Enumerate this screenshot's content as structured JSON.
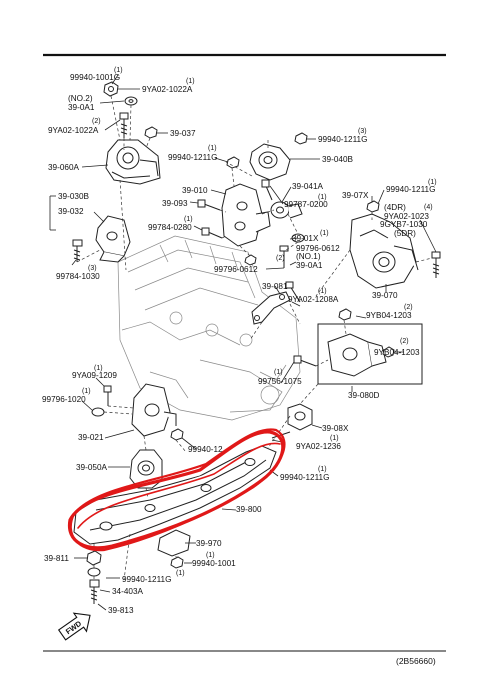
{
  "labels": {
    "l_99940_1001g_top": "99940-1001G",
    "l_q1_a": "(1)",
    "l_9ya02_1022a_top": "9YA02-1022A",
    "l_q1_b": "(1)",
    "l_no2": "(NO.2)",
    "l_39_0a1_left": "39-0A1",
    "l_q2_a": "(2)",
    "l_9ya02_1022a_left": "9YA02-1022A",
    "l_39_037": "39-037",
    "l_39_060a": "39-060A",
    "l_99940_1211g_b": "99940-1211G",
    "l_q3_a": "(3)",
    "l_99940_1211g_c": "99940-1211G",
    "l_q1_c": "(1)",
    "l_39_040b": "39-040B",
    "l_39_030b": "39-030B",
    "l_39_032": "39-032",
    "l_39_010": "39-010",
    "l_39_093": "39-093",
    "l_99784_0280": "99784-0280",
    "l_q1_d": "(1)",
    "l_39_041a": "39-041A",
    "l_99787_0200": "99787-0200",
    "l_q1_e": "(1)",
    "l_39_01x": "39-01X",
    "l_99796_0612_a": "99796-0612",
    "l_q2_b": "(2)",
    "l_99796_0612_b": "99796-0612",
    "l_no1": "(NO.1)",
    "l_39_0a1_mid": "39-0A1",
    "l_39_07x": "39-07X",
    "l_99940_1211g_d": "99940-1211G",
    "l_q1_f": "(1)",
    "l_4dr": "(4DR)",
    "l_q4": "(4)",
    "l_9ya02_1023": "9YA02-1023",
    "l_9gyb7_1030": "9GYB7-1030",
    "l_5dr": "(5DR)",
    "l_99784_1030": "99784-1030",
    "l_q3_b": "(3)",
    "l_39_081": "39-081",
    "l_9ya02_1208a": "9YA02-1208A",
    "l_q1_g": "(1)",
    "l_39_070": "39-070",
    "l_9yb04_1203_a": "9YB04-1203",
    "l_q2_c": "(2)",
    "l_9yb04_1203_b": "9YB04-1203",
    "l_q2_d": "(2)",
    "l_9ya09_1209": "9YA09-1209",
    "l_q1_h": "(1)",
    "l_99796_1020": "99796-1020",
    "l_q1_i": "(1)",
    "l_99756_1075": "99756-1075",
    "l_39_080d": "39-080D",
    "l_39_021": "39-021",
    "l_99940_12x": "99940-12",
    "l_39_08x": "39-08X",
    "l_9ya02_1236": "9YA02-1236",
    "l_q1_j": "(1)",
    "l_39_050a": "39-050A",
    "l_99940_1211g_e": "99940-1211G",
    "l_q1_k": "(1)",
    "l_39_800": "39-800",
    "l_39_970": "39-970",
    "l_39_811": "39-811",
    "l_99940_1001g_bot": "99940-1001",
    "l_q1_l": "(1)",
    "l_99940_1211g_f": "99940-1211G",
    "l_q1_m": "(1)",
    "l_34_403a": "34-403A",
    "l_39_813": "39-813",
    "fwd": "FWD",
    "code": "(2B56660)"
  },
  "colors": {
    "line": "#222222",
    "highlight": "#e01818"
  }
}
